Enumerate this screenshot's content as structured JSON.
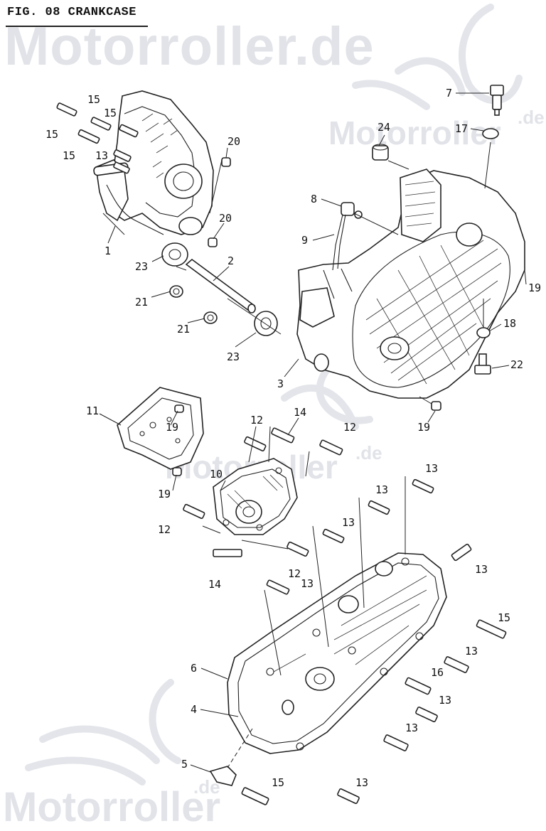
{
  "figure": {
    "title": "FIG. 08 CRANKCASE"
  },
  "watermark": {
    "brand_large": "Motorroller.de",
    "brand_mid": "Motorroller",
    "brand_de": ".de",
    "brand_bottom": "Motorroller"
  },
  "parts": [
    {
      "ref": "1",
      "label": "1"
    },
    {
      "ref": "2",
      "label": "2"
    },
    {
      "ref": "3",
      "label": "3"
    },
    {
      "ref": "4",
      "label": "4"
    },
    {
      "ref": "5",
      "label": "5"
    },
    {
      "ref": "6",
      "label": "6"
    },
    {
      "ref": "7",
      "label": "7"
    },
    {
      "ref": "8",
      "label": "8"
    },
    {
      "ref": "9",
      "label": "9"
    },
    {
      "ref": "10",
      "label": "10"
    },
    {
      "ref": "11",
      "label": "11"
    },
    {
      "ref": "12",
      "label": "12"
    },
    {
      "ref": "13",
      "label": "13"
    },
    {
      "ref": "14",
      "label": "14"
    },
    {
      "ref": "15",
      "label": "15"
    },
    {
      "ref": "16",
      "label": "16"
    },
    {
      "ref": "17",
      "label": "17"
    },
    {
      "ref": "18",
      "label": "18"
    },
    {
      "ref": "19",
      "label": "19"
    },
    {
      "ref": "20",
      "label": "20"
    },
    {
      "ref": "21",
      "label": "21"
    },
    {
      "ref": "22",
      "label": "22"
    },
    {
      "ref": "23",
      "label": "23"
    },
    {
      "ref": "24",
      "label": "24"
    }
  ]
}
